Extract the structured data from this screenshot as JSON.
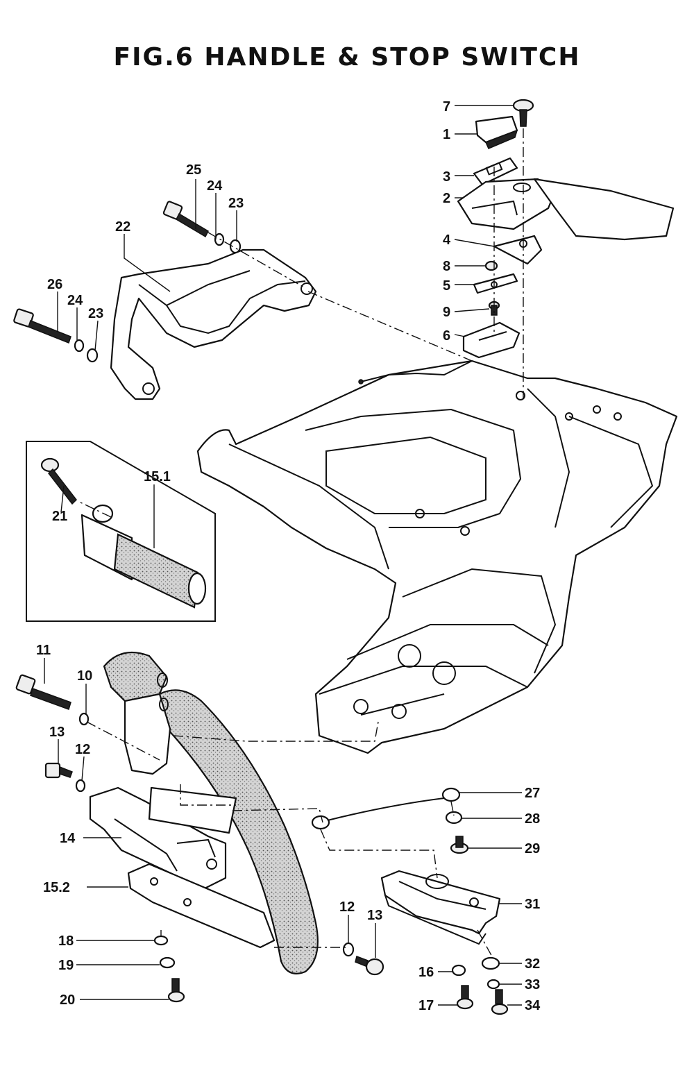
{
  "title": "FIG.6  HANDLE & STOP SWITCH",
  "callouts": [
    "7",
    "1",
    "3",
    "2",
    "4",
    "8",
    "5",
    "9",
    "6",
    "25",
    "24",
    "23",
    "22",
    "26",
    "24",
    "23",
    "21",
    "15.1",
    "11",
    "10",
    "13",
    "12",
    "14",
    "15.2",
    "18",
    "19",
    "20",
    "12",
    "13",
    "27",
    "28",
    "29",
    "31",
    "16",
    "32",
    "33",
    "17",
    "34"
  ]
}
